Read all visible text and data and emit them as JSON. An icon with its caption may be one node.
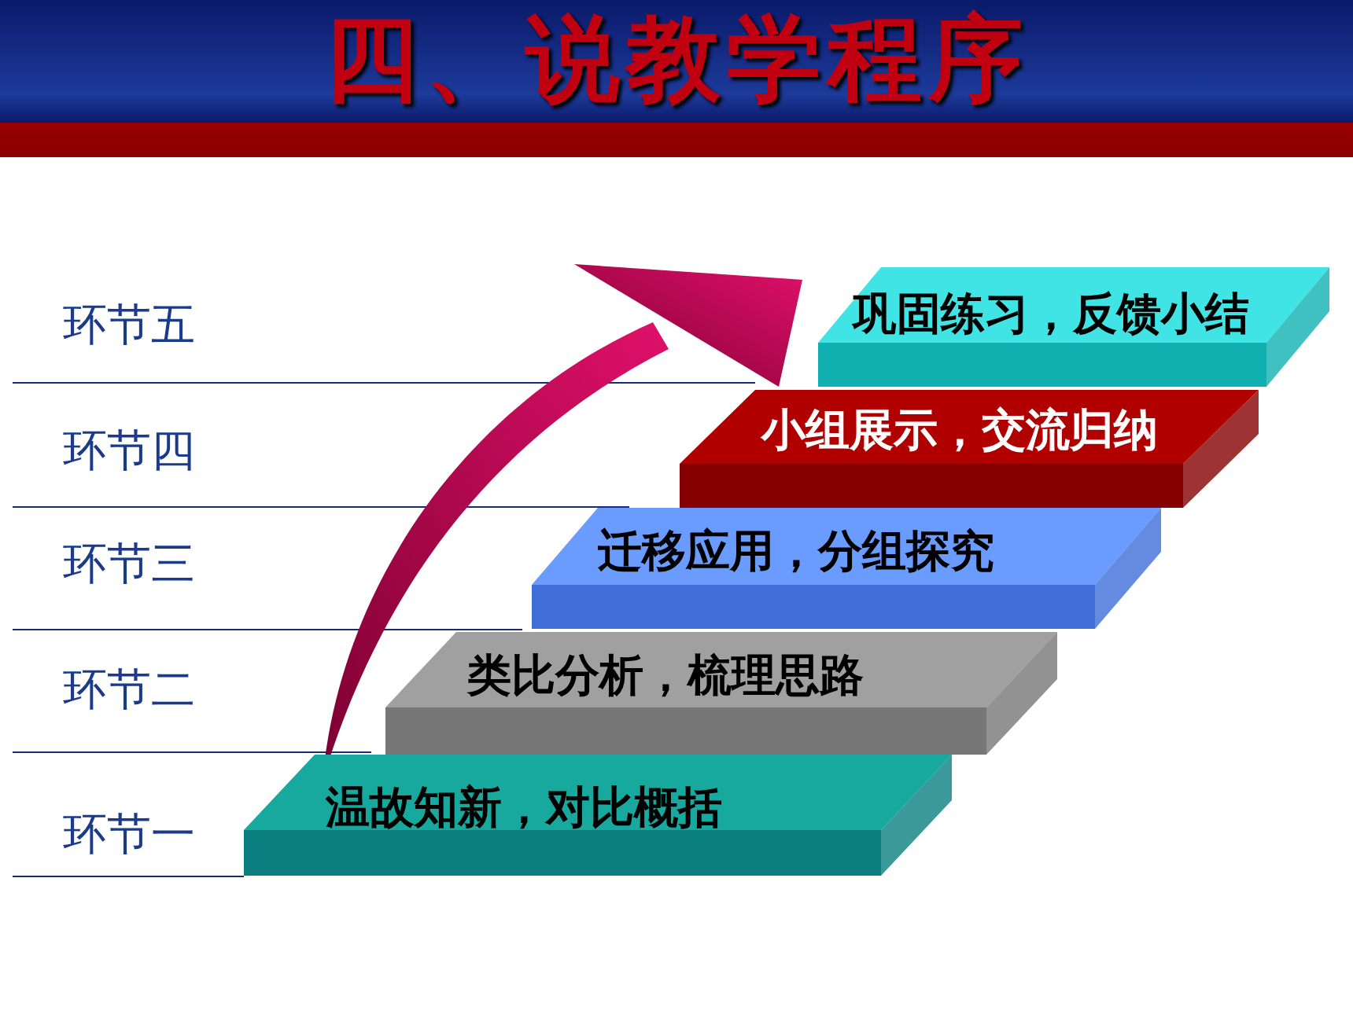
{
  "diagram": {
    "title": "四、说教学程序",
    "nodes": [
      {
        "text": [
          "巩固练习，反馈小结"
        ]
      },
      {
        "text": [
          "小组展示，交流归纳"
        ]
      },
      {
        "text": [
          "迁移应用，分组探究"
        ]
      },
      {
        "text": [
          "类比分析，梳理思路"
        ]
      },
      {
        "text": [
          "温故知新，对比概括"
        ]
      }
    ],
    "labels": [
      "环节五",
      "环节四",
      "环节三",
      "环节二",
      "环节一"
    ]
  }
}
